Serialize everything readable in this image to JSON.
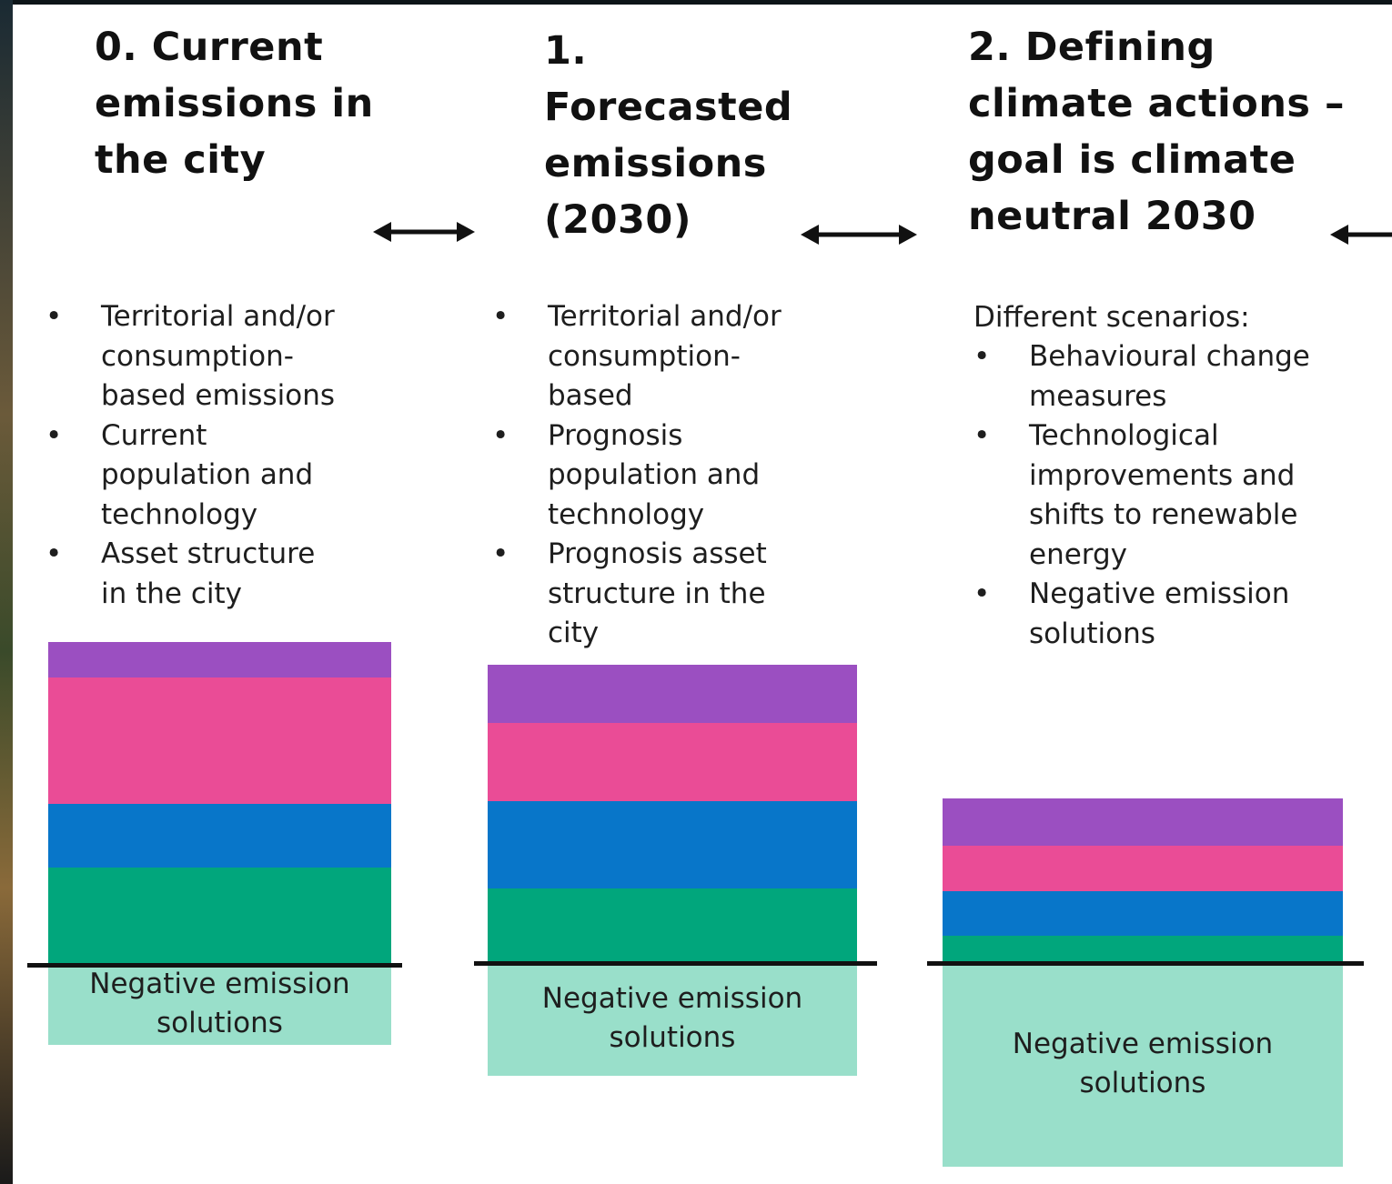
{
  "colors": {
    "purple": "#9b4fc1",
    "pink": "#ea4c96",
    "blue": "#0876c9",
    "green": "#01a67c",
    "negative": "#99dfca"
  },
  "icons": [
    "double-arrow-icon",
    "double-arrow-icon",
    "left-arrow-icon"
  ],
  "columns": [
    {
      "title": "0. Current emissions in the city",
      "intro": "",
      "bullets": [
        "Territorial and/or consumption-based emissions",
        "Current population and technology",
        "Asset structure in the city"
      ],
      "negative_label": "Negative emission solutions"
    },
    {
      "title": "1. Forecasted emissions (2030)",
      "intro": "",
      "bullets": [
        "Territorial and/or consumption-based",
        "Prognosis population and technology",
        "Prognosis asset structure in the city"
      ],
      "negative_label": "Negative emission solutions"
    },
    {
      "title": "2. Defining climate actions – goal is climate neutral 2030",
      "intro": "Different scenarios:",
      "bullets": [
        "Behavioural change measures",
        "Technological improvements and shifts to renewable energy",
        "Negative emission solutions"
      ],
      "negative_label": "Negative emission solutions"
    }
  ],
  "bullet_symbol": "•",
  "chart_data": {
    "type": "bar",
    "stacked": true,
    "categories": [
      "0. Current emissions in the city",
      "1. Forecasted emissions (2030)",
      "2. Defining climate actions – goal is climate neutral 2030"
    ],
    "series": [
      {
        "color": "#01a67c",
        "values": [
          105,
          80,
          28
        ]
      },
      {
        "color": "#0876c9",
        "values": [
          70,
          96,
          49
        ]
      },
      {
        "color": "#ea4c96",
        "values": [
          139,
          86,
          50
        ]
      },
      {
        "color": "#9b4fc1",
        "values": [
          39,
          64,
          52
        ]
      },
      {
        "color": "#99dfca",
        "values": [
          -90,
          -126,
          -226
        ]
      }
    ],
    "title": "",
    "xlabel": "",
    "ylabel": "",
    "grid": false,
    "legend": "none"
  }
}
